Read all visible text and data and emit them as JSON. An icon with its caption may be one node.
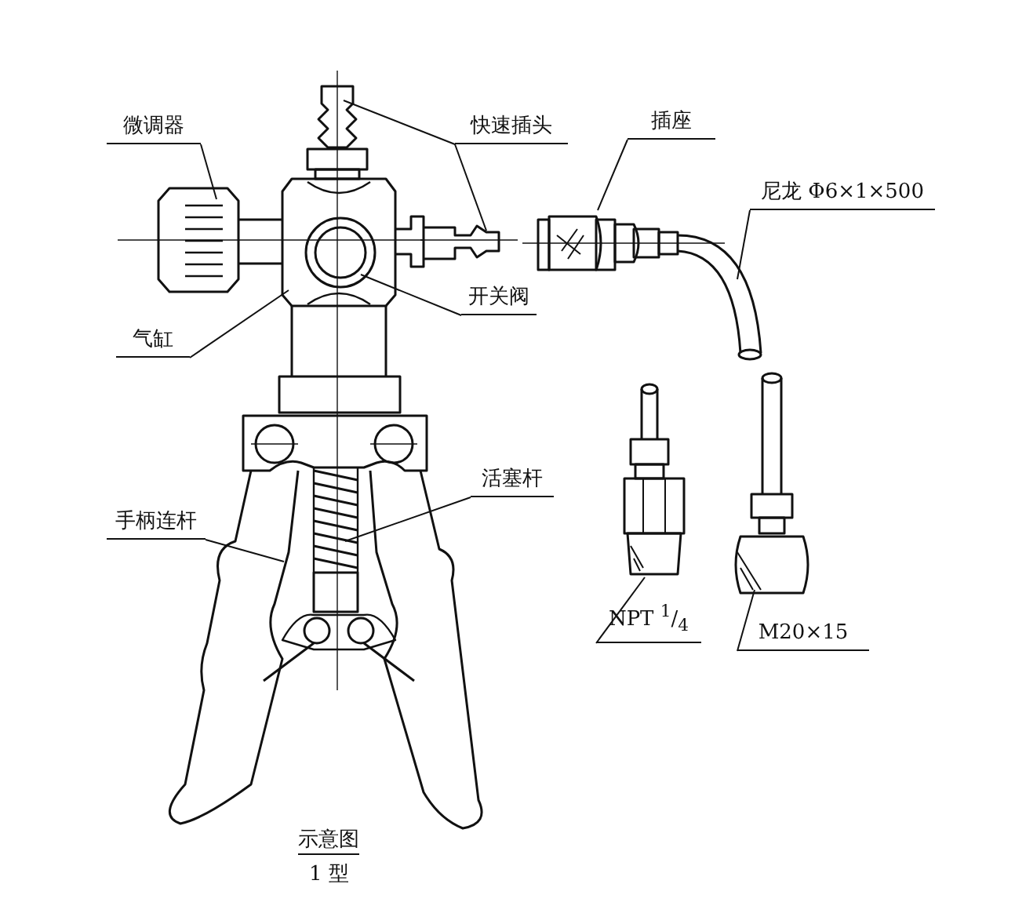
{
  "diagram": {
    "nodes": [
      {
        "text": [
          "微调器"
        ]
      },
      {
        "text": [
          "快速插头"
        ]
      },
      {
        "text": [
          "插座"
        ]
      },
      {
        "text": [
          "尼龙 Φ6×1×500"
        ]
      },
      {
        "text": [
          "气缸"
        ]
      },
      {
        "text": [
          "开关阀"
        ]
      },
      {
        "text": [
          "活塞杆"
        ]
      },
      {
        "text": [
          "手柄连杆"
        ]
      },
      {
        "text": [
          "NPT $^{1}$/$_{4}$"
        ]
      },
      {
        "text": [
          "M20×15"
        ]
      }
    ],
    "edges": [
      {
        "from": 0,
        "to": null,
        "arrow": "none"
      },
      {
        "from": 1,
        "to": null,
        "arrow": "none"
      },
      {
        "from": 1,
        "to": null,
        "arrow": "none"
      },
      {
        "from": 2,
        "to": null,
        "arrow": "none"
      },
      {
        "from": 3,
        "to": null,
        "arrow": "none"
      },
      {
        "from": 4,
        "to": null,
        "arrow": "none"
      },
      {
        "from": 5,
        "to": null,
        "arrow": "none"
      },
      {
        "from": 6,
        "to": null,
        "arrow": "none"
      },
      {
        "from": 7,
        "to": null,
        "arrow": "none"
      },
      {
        "from": 8,
        "to": null,
        "arrow": "none"
      },
      {
        "from": 9,
        "to": null,
        "arrow": "none"
      }
    ],
    "labels": [
      "示意图",
      "1 型"
    ]
  }
}
